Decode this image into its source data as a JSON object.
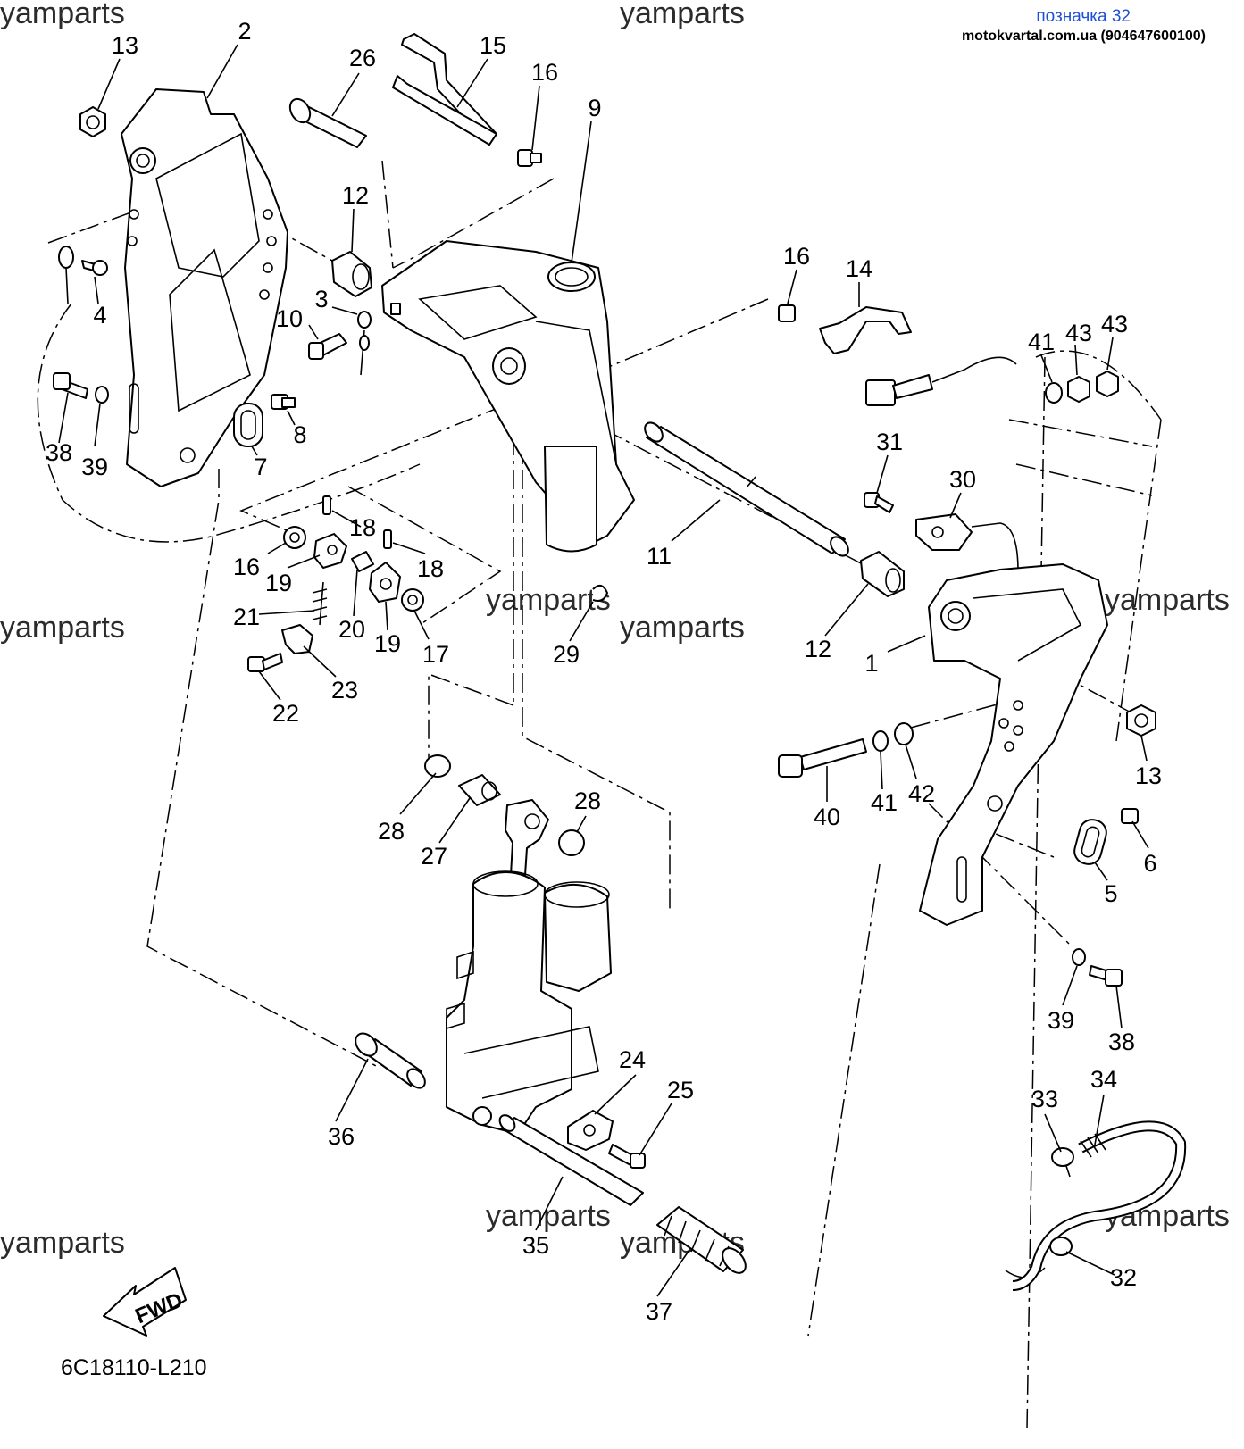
{
  "header": {
    "label": "позначка 32",
    "contact": "motokvartal.com.ua (904647600100)"
  },
  "watermarks": [
    "yamparts",
    "yamparts",
    "yamparts",
    "yamparts",
    "yamparts",
    "yamparts",
    "yamparts",
    "yamparts",
    "yamparts",
    "yamparts"
  ],
  "diagram_code": "6C18110-L210",
  "fwd_label": "FWD",
  "callouts": [
    "13",
    "2",
    "26",
    "15",
    "16",
    "9",
    "12",
    "4",
    "3",
    "10",
    "38",
    "39",
    "8",
    "7",
    "16",
    "14",
    "41",
    "43",
    "43",
    "31",
    "30",
    "11",
    "16",
    "19",
    "18",
    "18",
    "21",
    "20",
    "19",
    "17",
    "29",
    "12",
    "1",
    "13",
    "22",
    "23",
    "40",
    "41",
    "42",
    "28",
    "27",
    "28",
    "6",
    "5",
    "39",
    "38",
    "36",
    "24",
    "25",
    "34",
    "33",
    "35",
    "37",
    "32"
  ]
}
